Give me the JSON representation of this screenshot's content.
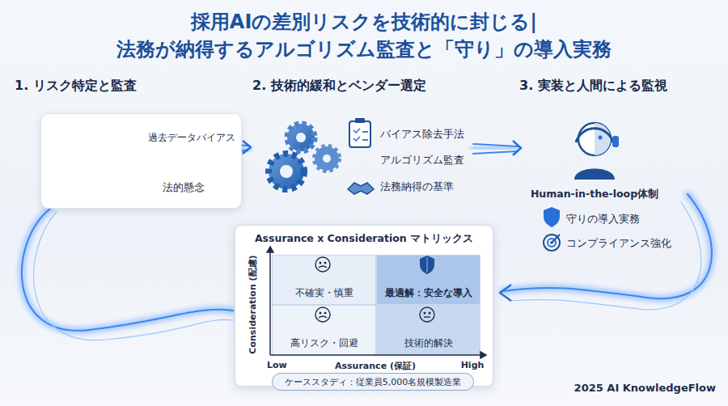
{
  "diagram": {
    "title": "採用AIの差別リスクを技術的に封じる| 法務が納得するアルゴリズム監査と「守り」の導入実務",
    "nodes": [
      {
        "text": [
          "過去データバイアス",
          "法的懸念"
        ]
      },
      {
        "text": [
          "Assurance x Consideration マトリックス"
        ]
      },
      {
        "text": [
          "不確実・慎重"
        ],
        "in": 1
      },
      {
        "text": [
          "最適解：安全な導入"
        ],
        "in": 1
      },
      {
        "text": [
          "高リスク・回避"
        ],
        "in": 1
      },
      {
        "text": [
          "技術的解決"
        ],
        "in": 1
      },
      {
        "text": [
          "ケーススタディ：従業員5,000名規模製造業"
        ],
        "in": 1
      }
    ],
    "labels": [
      "1. リスク特定と監査",
      "2. 技術的緩和とベンダー選定",
      "3. 実装と人間による監視",
      "バイアス除去手法",
      "アルゴリズム監査",
      "法務納得の基準",
      "Human-in-the-loop体制",
      "守りの導入実務",
      "コンプライアンス強化",
      "Consideration (配慮)",
      "Low",
      "Assurance (保証)",
      "High",
      "2025 AI KnowledgeFlow"
    ]
  }
}
